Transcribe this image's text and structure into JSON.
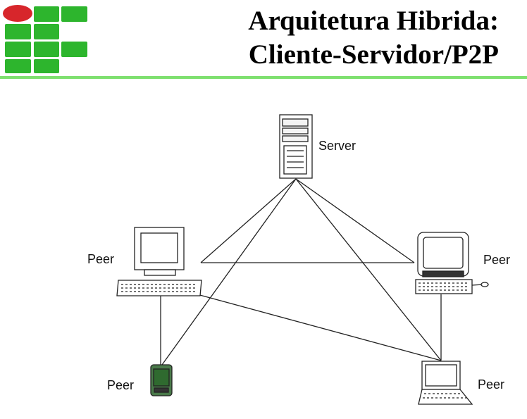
{
  "slide": {
    "title_line1": "Arquitetura Hibrida:",
    "title_line2": "Cliente-Servidor/P2P"
  },
  "logo": {
    "name": "institute-logo",
    "green": "#2db52d",
    "red": "#d7262b"
  },
  "divider_color": "#7ee06f",
  "diagram": {
    "server_label": "Server",
    "peer_labels": [
      "Peer",
      "Peer",
      "Peer",
      "Peer"
    ]
  }
}
